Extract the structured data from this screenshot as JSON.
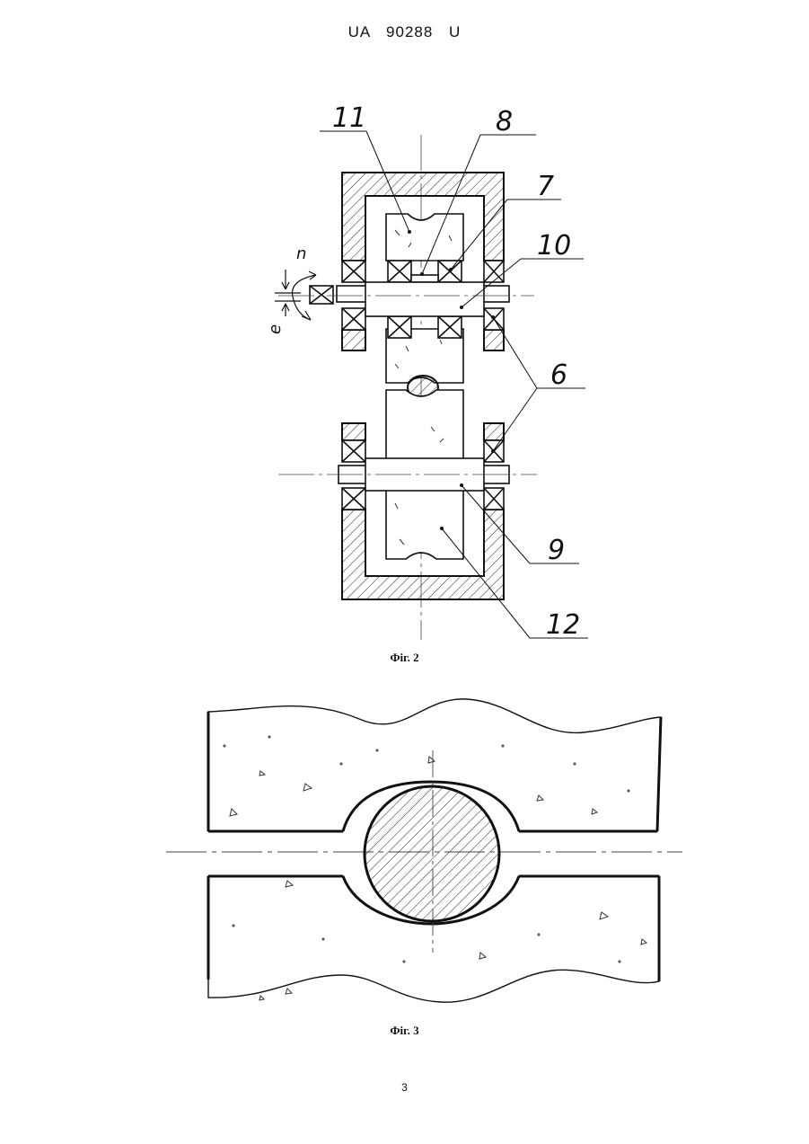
{
  "header": "UA   90288   U",
  "fig2": {
    "caption": "Фіг. 2",
    "labels": {
      "l11": "11",
      "l8": "8",
      "l7": "7",
      "l10": "10",
      "l6": "6",
      "l9": "9",
      "l12": "12",
      "ln": "n",
      "le": "e"
    }
  },
  "fig3": {
    "caption": "Фіг. 3"
  },
  "page_number": "3"
}
